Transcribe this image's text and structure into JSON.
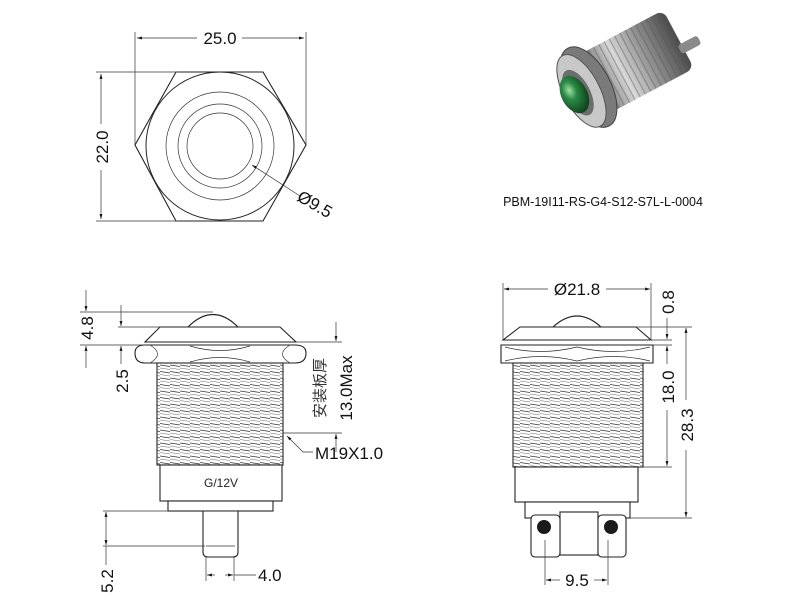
{
  "title": "Indicator light dimension drawing",
  "part_number": "PBM-19I11-RS-G4-S12-S7L-L-0004",
  "top_view": {
    "width_across_corners": "25.0",
    "width_across_flats": "22.0",
    "lens_diameter": "Ø9.5"
  },
  "side_view": {
    "bezel_height": "4.8",
    "nut_thickness": "2.5",
    "panel_thickness_label_cn": "安装板厚",
    "panel_thickness_max": "13.0Max",
    "thread_spec": "M19X1.0",
    "band_label": "G/12V",
    "pin_length": "5.2",
    "pin_width": "4.0"
  },
  "front_view": {
    "bezel_diameter": "Ø21.8",
    "bezel_edge": "0.8",
    "thread_length": "18.0",
    "total_length": "28.3",
    "terminal_spacing": "9.5"
  },
  "colors": {
    "lens_green": "#1f7a3a",
    "metal": "#9a9a9a"
  }
}
